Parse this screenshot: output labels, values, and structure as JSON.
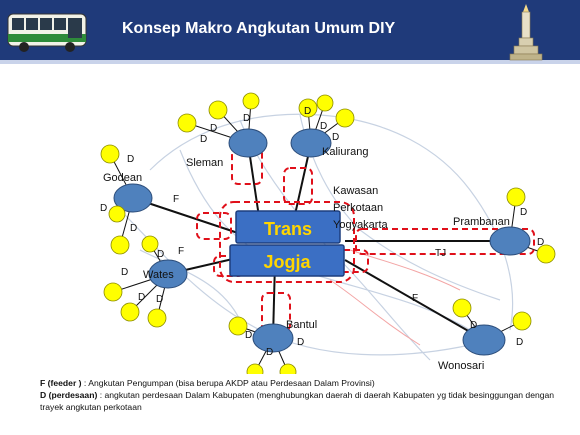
{
  "header": {
    "title": "Konsep Makro Angkutan Umum DIY",
    "bus_icon": "bus-icon",
    "monument_icon": "tugu-monument-icon"
  },
  "hub": {
    "line1": "Trans",
    "line2": "Jogja",
    "area_label_line1": "Kawasan",
    "area_label_line2": "Perkotaan",
    "area_label_line3": "Yogyakarta"
  },
  "regions": {
    "sleman": "Sleman",
    "kaliurang": "Kaliurang",
    "godean": "Godean",
    "prambanan": "Prambanan",
    "wates": "Wates",
    "bantul": "Bantul",
    "wonosari": "Wonosari"
  },
  "route_labels": {
    "feeder": "F",
    "feeder_code": "D",
    "tj": "TJ"
  },
  "legend": {
    "f_term": "F (feeder )",
    "f_desc": " : Angkutan Pengumpan (bisa berupa AKDP atau Perdesaan Dalam Provinsi)",
    "d_term": "D (perdesaan)",
    "d_desc": " : angkutan perdesaan Dalam Kabupaten (menghubungkan  daerah di daerah Kabupaten yg tidak besinggungan dengan trayek angkutan perkotaan"
  },
  "colors": {
    "header_bg": "#1f3a7a",
    "hub_fill": "#3b6fc4",
    "hub_text": "#ffd500",
    "node_fill": "#4f81bd",
    "village_fill": "#ffff00",
    "dashed_red": "#e0101a",
    "line": "#111111"
  }
}
